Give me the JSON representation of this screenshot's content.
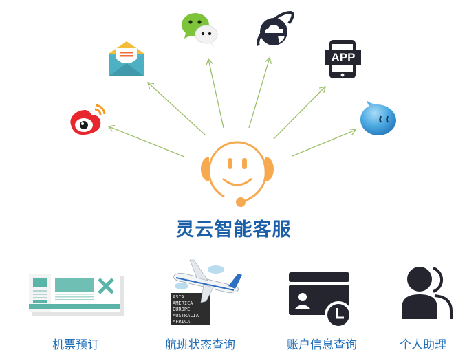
{
  "title": "灵云智能客服",
  "colors": {
    "title": "#1a5fa8",
    "label": "#2270b8",
    "arrow": "#9cbf6a",
    "agent": "#f6a94e",
    "dark_icon": "#24252f"
  },
  "channels": [
    {
      "name": "weibo",
      "icon": "weibo-icon"
    },
    {
      "name": "email",
      "icon": "email-icon"
    },
    {
      "name": "wechat",
      "icon": "wechat-icon"
    },
    {
      "name": "browser",
      "icon": "ie-browser-icon"
    },
    {
      "name": "app",
      "icon": "app-icon",
      "text": "APP"
    },
    {
      "name": "aliwangwang",
      "icon": "chat-bubble-icon"
    }
  ],
  "center": {
    "icon": "headset-agent-icon"
  },
  "services": [
    {
      "label": "机票预订",
      "icon": "ticket-icon"
    },
    {
      "label": "航班状态查询",
      "icon": "flight-board-icon",
      "board_rows": [
        "ASIA",
        "AMERICA",
        "EUROPE",
        "AUSTRALIA",
        "AFRICA"
      ]
    },
    {
      "label": "账户信息查询",
      "icon": "account-card-icon"
    },
    {
      "label": "个人助理",
      "icon": "assistant-users-icon"
    }
  ]
}
